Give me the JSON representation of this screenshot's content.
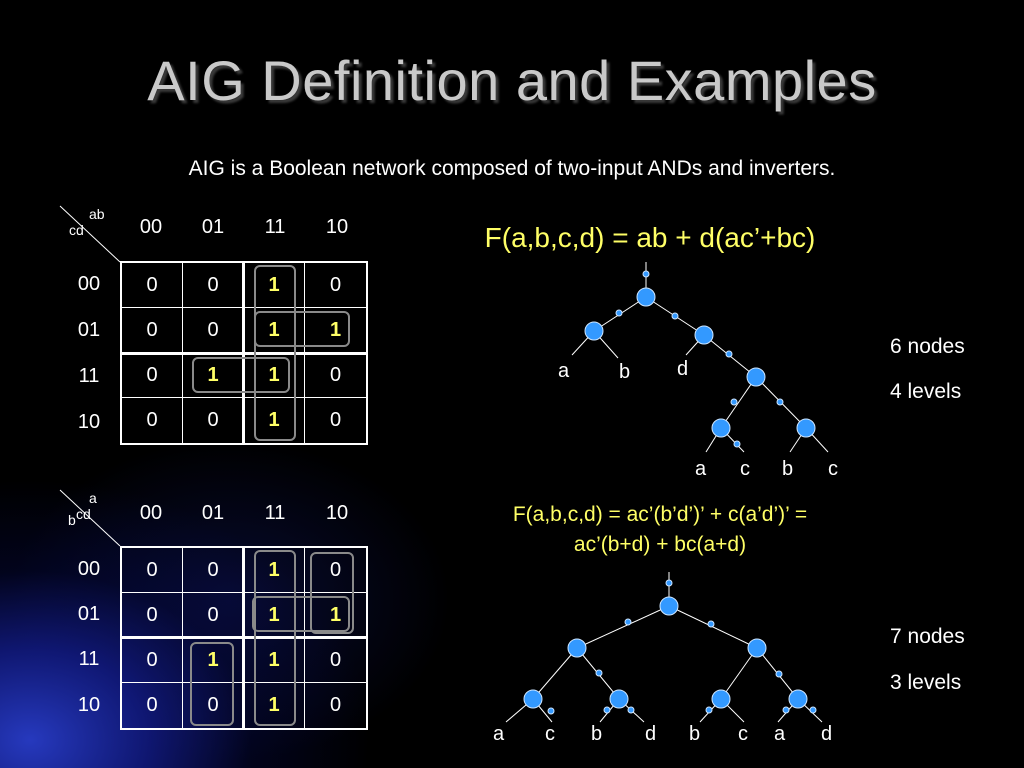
{
  "title": "AIG Definition and Examples",
  "subtitle": "AIG is a Boolean network composed of two-input ANDs and inverters.",
  "kmap1": {
    "corner_top": "ab",
    "corner_bottom": "cd",
    "col_headers": [
      "00",
      "01",
      "11",
      "10"
    ],
    "row_headers": [
      "00",
      "01",
      "11",
      "10"
    ],
    "rows": [
      [
        "0",
        "0",
        "1",
        "0"
      ],
      [
        "0",
        "0",
        "1",
        "1"
      ],
      [
        "0",
        "1",
        "1",
        "0"
      ],
      [
        "0",
        "0",
        "1",
        "0"
      ]
    ]
  },
  "kmap2": {
    "corner_top": "a",
    "corner_bottom": "b",
    "corner_extra": "cd",
    "col_headers": [
      "00",
      "01",
      "11",
      "10"
    ],
    "row_headers": [
      "00",
      "01",
      "11",
      "10"
    ],
    "rows": [
      [
        "0",
        "0",
        "1",
        "0"
      ],
      [
        "0",
        "0",
        "1",
        "1"
      ],
      [
        "0",
        "1",
        "1",
        "0"
      ],
      [
        "0",
        "0",
        "1",
        "0"
      ]
    ]
  },
  "example1": {
    "formula": "F(a,b,c,d) = ab + d(ac’+bc)",
    "nodes": "6 nodes",
    "levels": "4 levels",
    "leaves": [
      "a",
      "b",
      "d",
      "a",
      "c",
      "b",
      "c"
    ]
  },
  "example2": {
    "formula_line1": "F(a,b,c,d) = ac’(b’d’)’ + c(a’d’)’ =",
    "formula_line2": "ac’(b+d) + bc(a+d)",
    "nodes": "7 nodes",
    "levels": "3 levels",
    "leaves": [
      "a",
      "c",
      "b",
      "d",
      "b",
      "c",
      "a",
      "d"
    ]
  },
  "colors": {
    "title": "#c9c9c9",
    "highlight": "#ffff66",
    "node": "#3399ff",
    "edge": "#ffffff"
  }
}
